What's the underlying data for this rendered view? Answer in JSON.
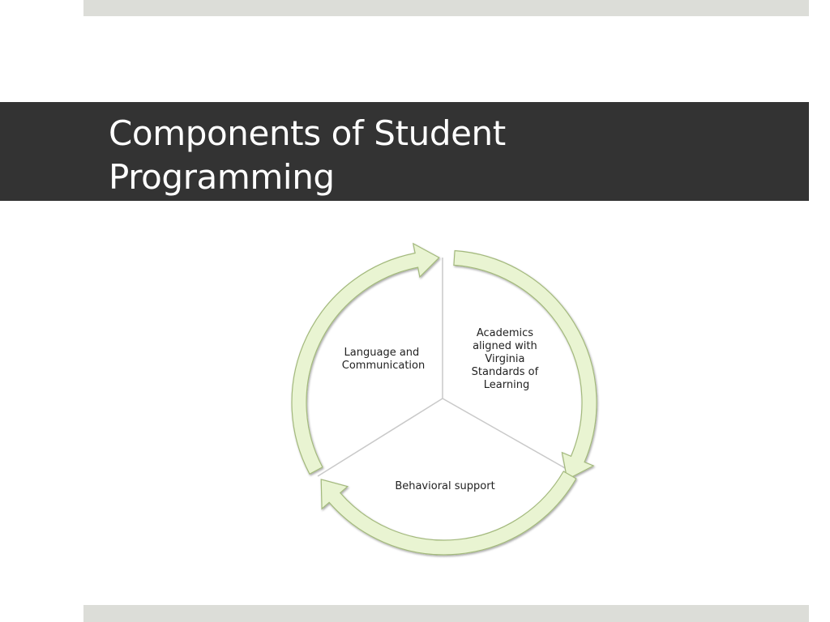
{
  "slide": {
    "title": "Components of Student\nProgramming"
  },
  "diagram": {
    "type": "cycle",
    "segments": [
      {
        "label_lines": [
          "Academics",
          "aligned with",
          "Virginia",
          "Standards of",
          "Learning"
        ]
      },
      {
        "label_lines": [
          "Behavioral support"
        ]
      },
      {
        "label_lines": [
          "Language and",
          "Communication"
        ]
      }
    ]
  },
  "colors": {
    "title_bar": "#333333",
    "title_text": "#ffffff",
    "band": "#dcddd8",
    "arrow_fill": "#e9f4d2",
    "arrow_stroke": "#a3b97c"
  }
}
